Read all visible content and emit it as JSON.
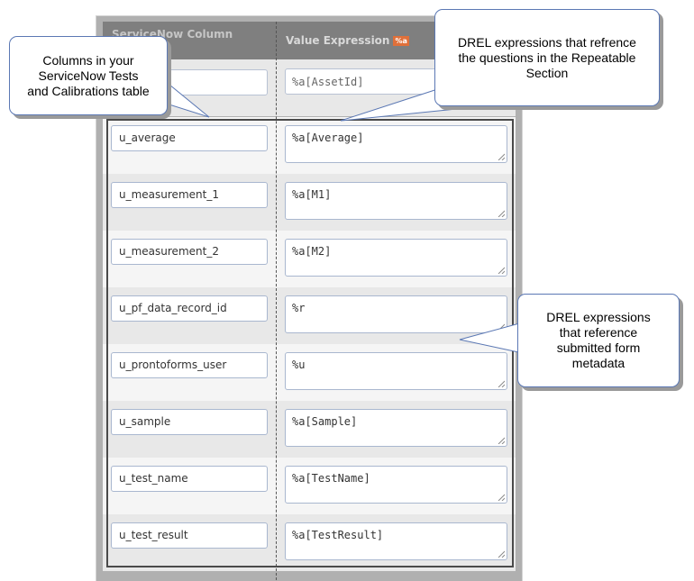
{
  "table": {
    "header": {
      "column_label": "ServiceNow Column",
      "value_label": "Value Expression",
      "value_badge": "%a"
    },
    "top_row": {
      "column_value": "",
      "expression_value": "%a[AssetId]"
    },
    "rows": [
      {
        "column": "u_average",
        "expression": "%a[Average]"
      },
      {
        "column": "u_measurement_1",
        "expression": "%a[M1]"
      },
      {
        "column": "u_measurement_2",
        "expression": "%a[M2]"
      },
      {
        "column": "u_pf_data_record_id",
        "expression": "%r"
      },
      {
        "column": "u_prontoforms_user",
        "expression": "%u"
      },
      {
        "column": "u_sample",
        "expression": "%a[Sample]"
      },
      {
        "column": "u_test_name",
        "expression": "%a[TestName]"
      },
      {
        "column": "u_test_result",
        "expression": "%a[TestResult]"
      }
    ]
  },
  "callouts": {
    "columns": {
      "lines": [
        "Columns in your",
        "ServiceNow Tests",
        "and Calibrations table"
      ]
    },
    "repeatable": {
      "lines": [
        "DREL expressions that refrence",
        "the questions in the Repeatable",
        "Section"
      ]
    },
    "metadata": {
      "lines": [
        "DREL expressions",
        "that reference",
        "submitted form",
        "metadata"
      ]
    }
  },
  "colors": {
    "header_bg": "#7f7f7f",
    "panel_bg": "#b0b0b0",
    "badge_bg": "#e0703a",
    "callout_border": "#5b78b4"
  }
}
